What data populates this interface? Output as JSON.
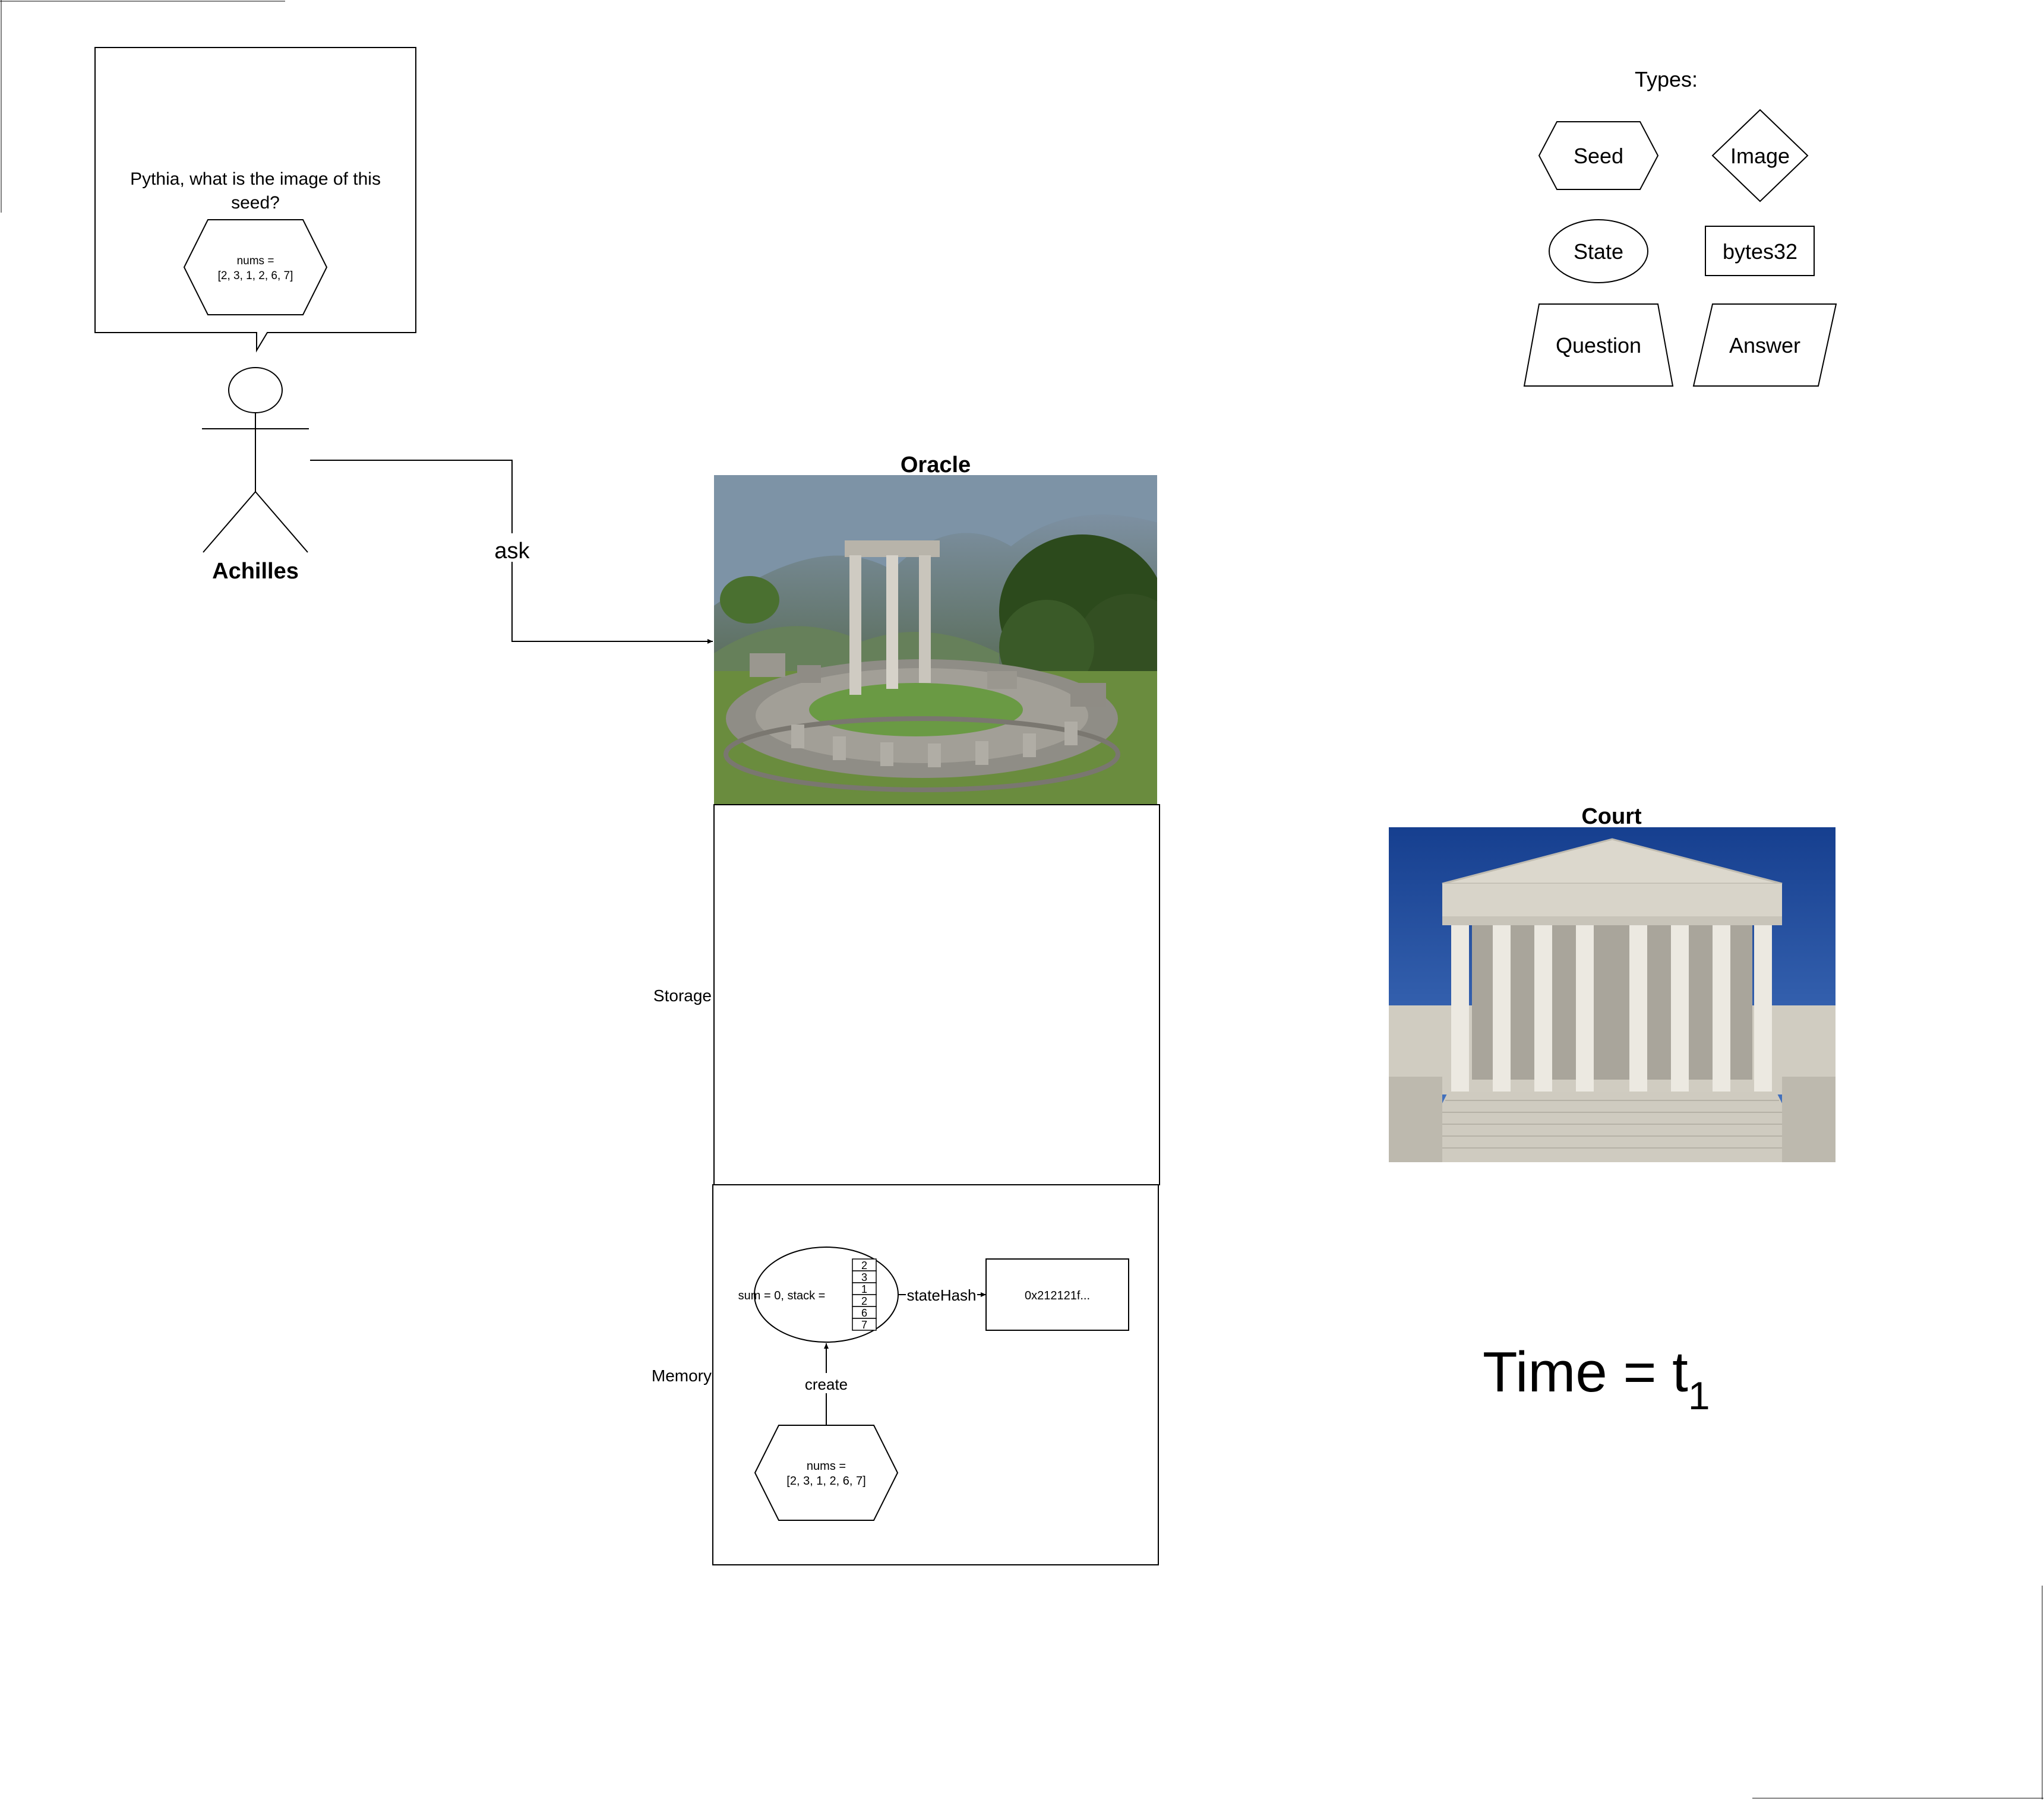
{
  "speech_bubble": {
    "text_line1": "Pythia, what is the image of this",
    "text_line2": "seed?",
    "seed_line1": "nums =",
    "seed_line2": "[2, 3, 1, 2, 6, 7]"
  },
  "actor": {
    "name": "Achilles"
  },
  "edge_ask": {
    "label": "ask"
  },
  "oracle": {
    "title": "Oracle",
    "storage_label": "Storage",
    "memory_label": "Memory",
    "state_text": "sum = 0, stack =",
    "stack": [
      "2",
      "3",
      "1",
      "2",
      "6",
      "7"
    ],
    "state_hash_label": "stateHash",
    "hash_value": "0x212121f...",
    "create_label": "create",
    "seed_line1": "nums =",
    "seed_line2": "[2, 3, 1, 2, 6, 7]"
  },
  "court": {
    "title": "Court"
  },
  "legend": {
    "title": "Types:",
    "seed": "Seed",
    "image": "Image",
    "state": "State",
    "bytes32": "bytes32",
    "question": "Question",
    "answer": "Answer"
  },
  "time": {
    "prefix": "Time = t",
    "subscript": "1"
  },
  "colors": {
    "line": "#000000",
    "background": "#ffffff",
    "sky": "#1f4b9a",
    "mountain": "#6f8597",
    "tree": "#2f4f1f",
    "grass": "#5f8f3a",
    "stone": "#a8a59e",
    "marble": "#e4e1d8"
  }
}
